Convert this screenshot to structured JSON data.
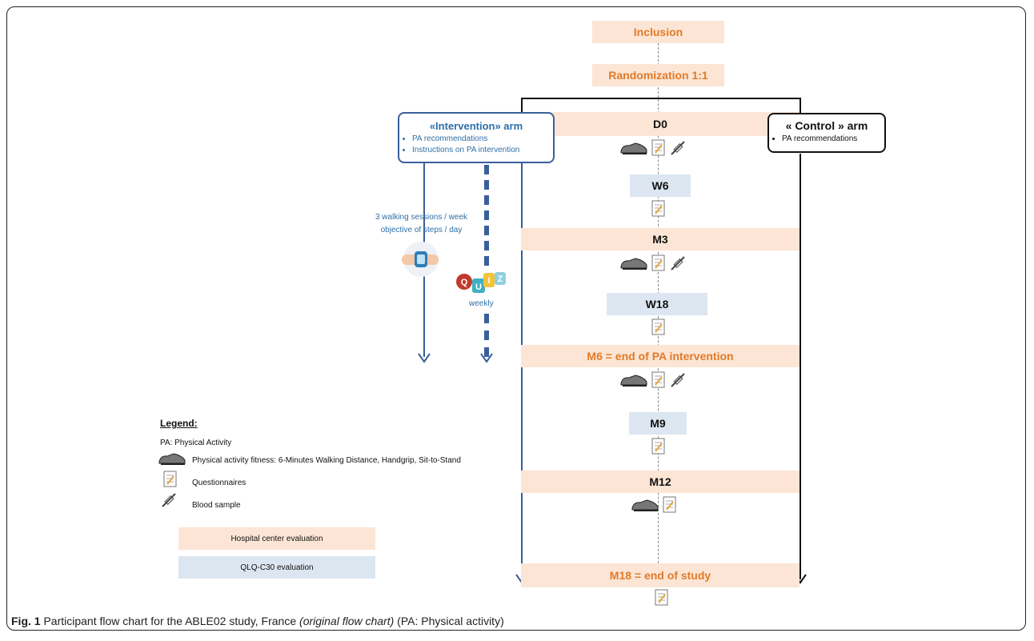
{
  "stages": {
    "inclusion": "Inclusion",
    "randomization": "Randomization 1:1",
    "d0": "D0",
    "w6": "W6",
    "m3": "M3",
    "w18": "W18",
    "m6": "M6 = end of PA intervention",
    "m9": "M9",
    "m12": "M12",
    "m18": "M18 = end of study"
  },
  "intervention_arm": {
    "title": "«Intervention» arm",
    "bullets": [
      "PA recommendations",
      "Instructions on PA intervention"
    ],
    "walking_line1": "3 walking sessions / week",
    "walking_line2": "objective of steps / day",
    "quiz_letters": [
      "Q",
      "U",
      "I",
      "Z"
    ],
    "weekly": "weekly"
  },
  "control_arm": {
    "title": "« Control » arm",
    "bullets": [
      "PA recommendations"
    ]
  },
  "legend": {
    "title": "Legend:",
    "pa": "PA: Physical Activity",
    "fitness": "Physical activity fitness: 6-Minutes Walking Distance, Handgrip, Sit-to-Stand",
    "questionnaires": "Questionnaires",
    "blood": "Blood sample",
    "hospital": "Hospital center evaluation",
    "qlq": "QLQ-C30 evaluation"
  },
  "caption": {
    "label": "Fig. 1",
    "text": " Participant flow chart for the ABLE02 study, France ",
    "italic": "(original flow chart)",
    "tail": " (PA: Physical activity)"
  },
  "colors": {
    "hospital_band": "#fce5d4",
    "qlq_band": "#dce6f0",
    "orange_text": "#e07b2a",
    "intervention_blue": "#3a5f9a"
  }
}
